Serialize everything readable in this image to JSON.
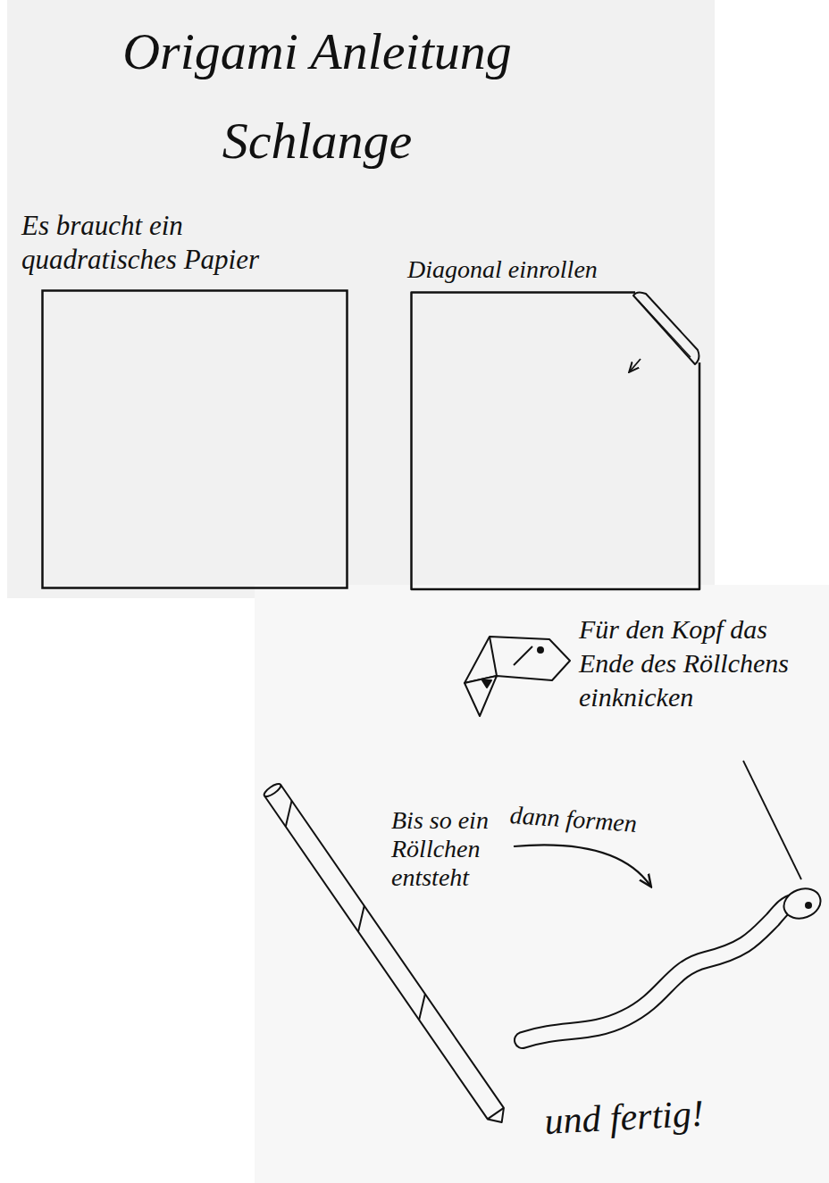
{
  "diagram": {
    "title": "Origami Anleitung Schlange",
    "nodes": [
      {
        "text": [
          "Es braucht ein quadratisches Papier"
        ]
      },
      {
        "text": [
          "Diagonal einrollen"
        ]
      }
    ],
    "labels": [
      "Für den Kopf das Ende des Röllchens einknicken",
      "Bis so ein Röllchen entsteht",
      "dann formen",
      "und fertig!"
    ]
  }
}
